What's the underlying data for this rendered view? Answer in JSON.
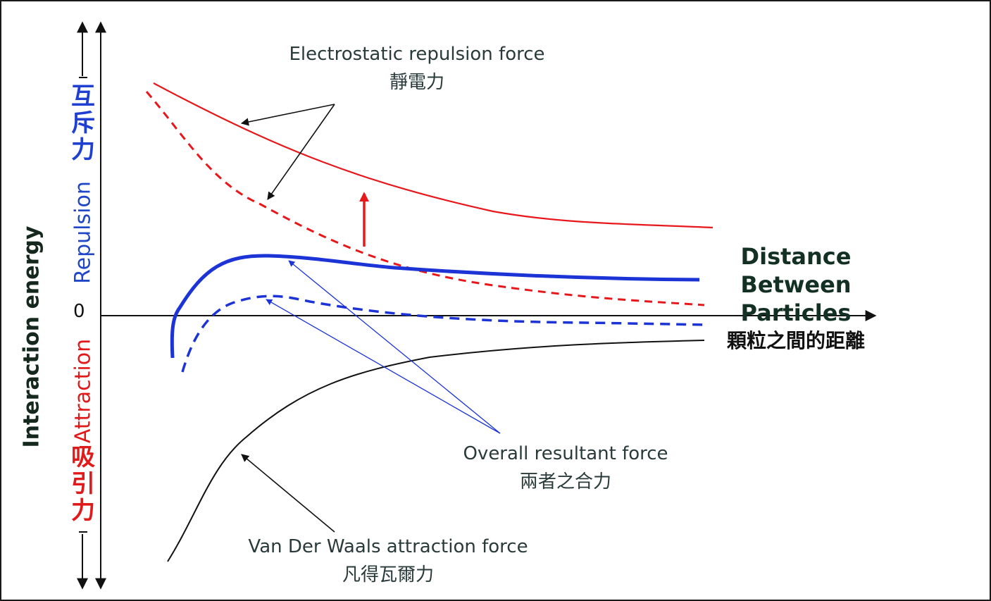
{
  "diagram": {
    "y_axis_title": "Interaction energy",
    "zero_label": "0",
    "repulsion_label_en": "Repulsion",
    "repulsion_label_zh": "互斥力",
    "attraction_label_en": "Attraction",
    "attraction_label_zh": "吸引力",
    "x_axis_title_en": "Distance Between Particles",
    "x_axis_title_zh": "顆粒之間的距離",
    "electrostatic_en": "Electrostatic repulsion force",
    "electrostatic_zh": "靜電力",
    "resultant_en": "Overall resultant force",
    "resultant_zh": "兩者之合力",
    "vdw_en": "Van Der Waals attraction force",
    "vdw_zh": "凡得瓦爾力"
  },
  "colors": {
    "electrostatic": "#e8171b",
    "resultant": "#1c33d6",
    "vdw": "#111111",
    "repulsion_text": "#2046c8",
    "attraction_text": "#e01a1a",
    "axis": "#111111"
  }
}
